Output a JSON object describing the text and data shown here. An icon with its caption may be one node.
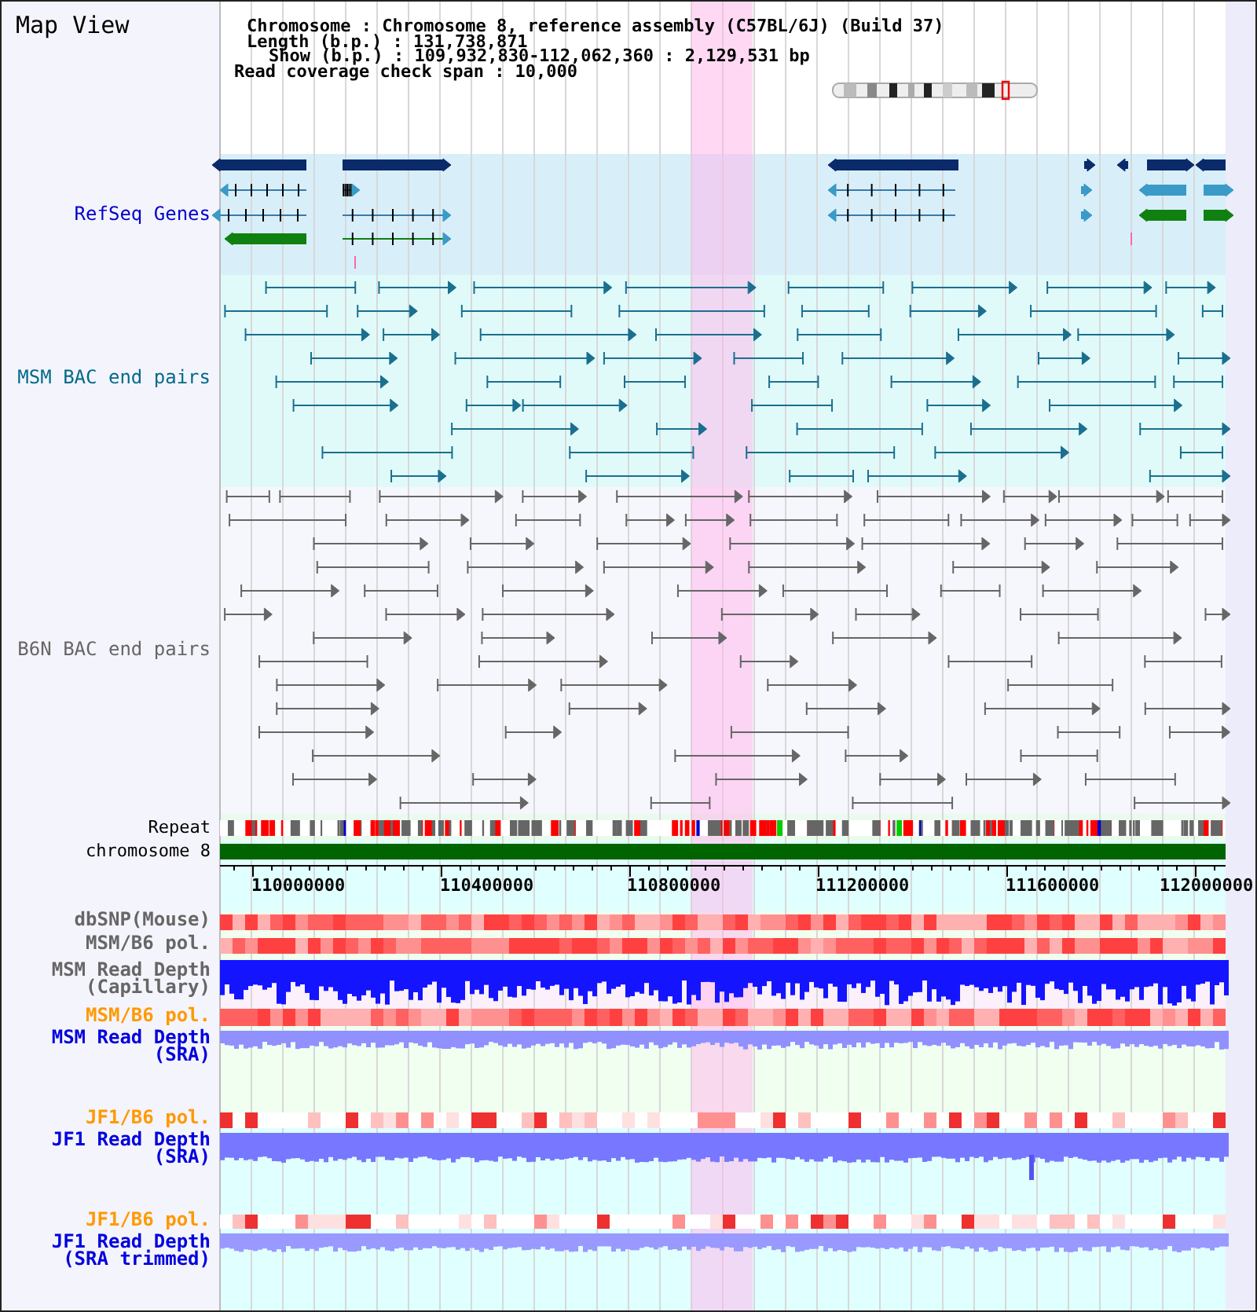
{
  "diagram": {
    "title": "Map View",
    "labels": [
      "Chromosome : Chromosome 8, reference assembly (C57BL/6J) (Build 37)",
      "Length (b.p.) : 131,738,871",
      "Show (b.p.) : 109,932,830-112,062,360 : 2,129,531 bp",
      "Read coverage check span : 10,000",
      "RefSeq Genes",
      "MSM BAC end pairs",
      "B6N BAC end pairs",
      "Repeat",
      "chromosome 8",
      "110000000",
      "110400000",
      "110800000",
      "111200000",
      "111600000",
      "112000000",
      "dbSNP(Mouse)",
      "MSM/B6 pol.",
      "MSM Read Depth (Capillary)",
      "MSM/B6 pol.",
      "MSM Read Depth (SRA)",
      "JF1/B6 pol.",
      "JF1 Read Depth (SRA)",
      "JF1/B6 pol.",
      "JF1 Read Depth (SRA trimmed)"
    ]
  }
}
